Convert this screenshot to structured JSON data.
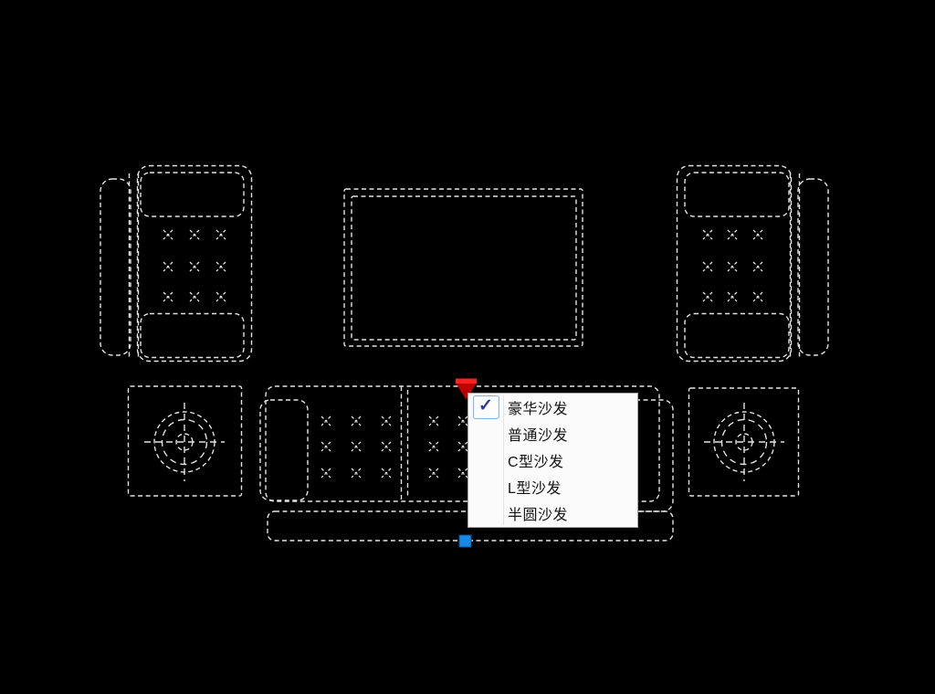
{
  "window": {
    "background": "#000000",
    "description": "CAD model-space canvas showing a selected dynamic sofa-set block"
  },
  "drawing": {
    "line_color": "#e4e4e4",
    "line_style": "dashed-selected",
    "objects": [
      {
        "name": "armchair-left"
      },
      {
        "name": "coffee-table-center"
      },
      {
        "name": "armchair-right"
      },
      {
        "name": "side-table-left"
      },
      {
        "name": "sofa-three-seat"
      },
      {
        "name": "side-table-right"
      }
    ]
  },
  "grips": {
    "visibility_grip": {
      "icon": "red-triangle-down-icon",
      "color": "#bf0000",
      "accent": "#ff1f1f"
    },
    "insertion_grip": {
      "icon": "blue-square-grip-icon",
      "color": "#1788e8",
      "border": "#0a4f91"
    }
  },
  "visibility_menu": {
    "background": "#fbfbfb",
    "border": "#a6a6a6",
    "text_color": "#141414",
    "check_icon": "✓",
    "check_color": "#2b3a9e",
    "items": [
      {
        "label": "豪华沙发",
        "checked": true
      },
      {
        "label": "普通沙发",
        "checked": false
      },
      {
        "label": "C型沙发",
        "checked": false
      },
      {
        "label": "L型沙发",
        "checked": false
      },
      {
        "label": "半圆沙发",
        "checked": false
      }
    ]
  }
}
